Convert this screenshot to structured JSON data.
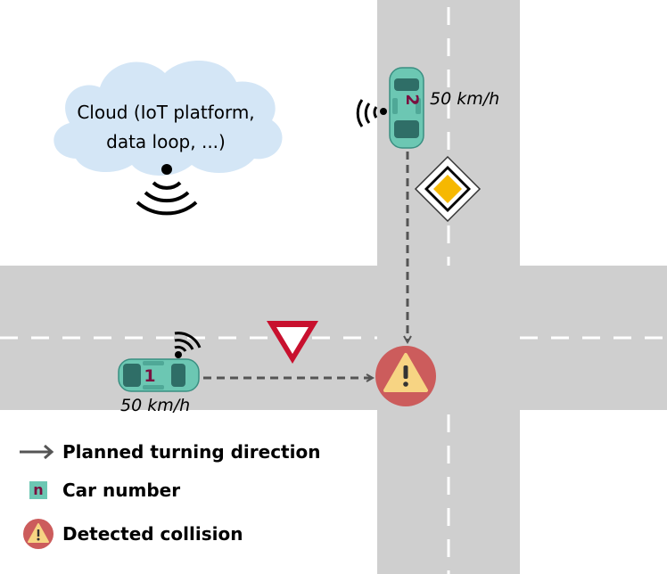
{
  "cloud": {
    "line1": "Cloud (IoT platform,",
    "line2": "data loop, ...)"
  },
  "cars": [
    {
      "number": "1",
      "speed": "50 km/h"
    },
    {
      "number": "2",
      "speed": "50 km/h"
    }
  ],
  "legend": {
    "planned_direction": "Planned turning direction",
    "car_number_symbol": "n",
    "car_number": "Car number",
    "collision": "Detected collision"
  },
  "colors": {
    "road": "#cfcfcf",
    "car": "#6cc7b3",
    "cloud": "#d4e6f6",
    "collision": "#cc5c5c",
    "warning": "#f7d483",
    "priority_sign": "#f6b800",
    "yield_sign": "#c8102e"
  },
  "icons": [
    "wifi-signal-icon",
    "warning-icon",
    "priority-road-sign-icon",
    "yield-sign-icon",
    "arrow-icon"
  ]
}
